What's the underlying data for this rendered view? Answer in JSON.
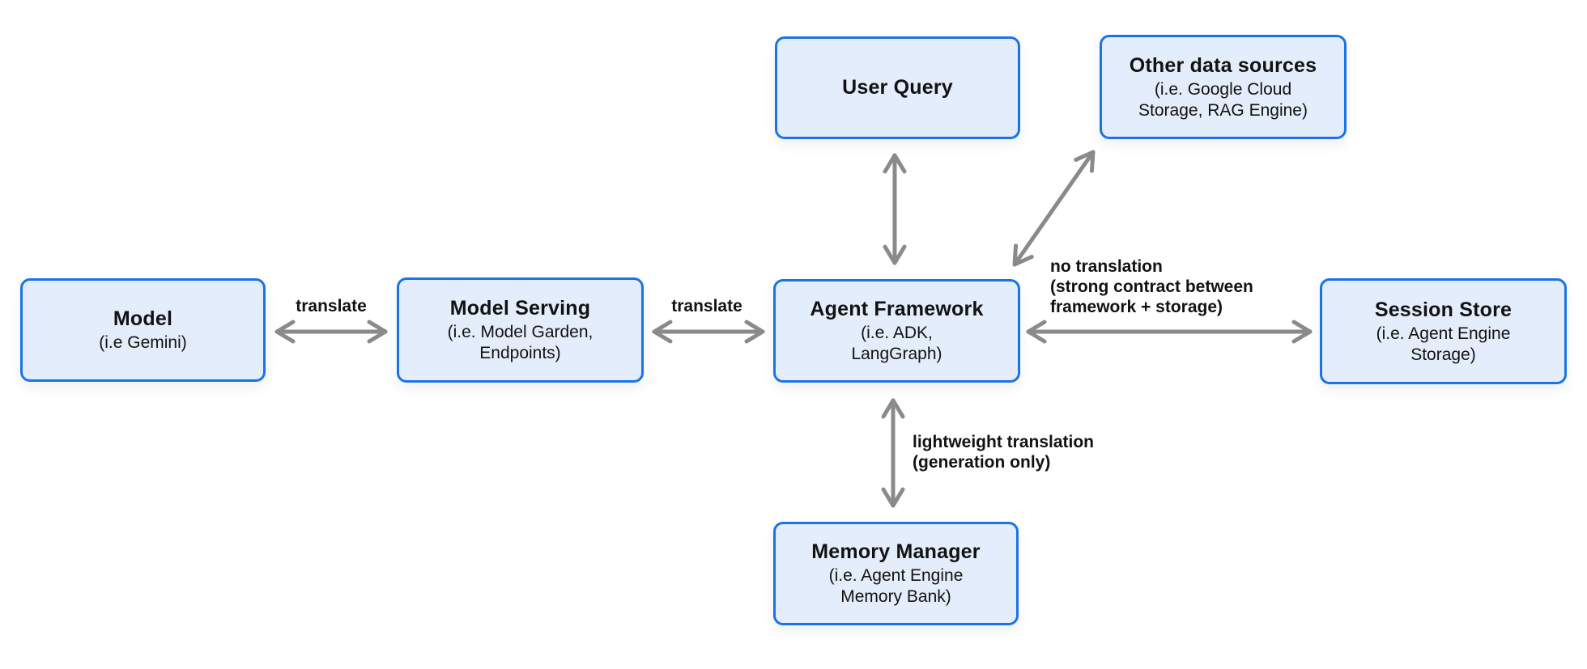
{
  "theme": {
    "page_bg": "#ffffff",
    "box_fill": "#e4edfb",
    "box_border": "#1a73e8",
    "arrow_color": "#8a8a8a",
    "text_color": "#121212"
  },
  "boxes": {
    "user_query": {
      "title": "User Query"
    },
    "other_data_sources": {
      "title": "Other data sources",
      "subtitle": "(i.e. Google Cloud\nStorage, RAG Engine)"
    },
    "model": {
      "title": "Model",
      "subtitle": "(i.e Gemini)"
    },
    "model_serving": {
      "title": "Model Serving",
      "subtitle": "(i.e. Model Garden,\nEndpoints)"
    },
    "agent_framework": {
      "title": "Agent Framework",
      "subtitle": "(i.e. ADK,\nLangGraph)"
    },
    "session_store": {
      "title": "Session Store",
      "subtitle": "(i.e. Agent Engine\nStorage)"
    },
    "memory_manager": {
      "title": "Memory Manager",
      "subtitle": "(i.e. Agent Engine\nMemory Bank)"
    }
  },
  "edge_labels": {
    "model_to_serving": "translate",
    "serving_to_framework": "translate",
    "framework_to_session_store": "no translation\n(strong contract between\nframework + storage)",
    "framework_to_memory": "lightweight translation\n(generation only)"
  }
}
